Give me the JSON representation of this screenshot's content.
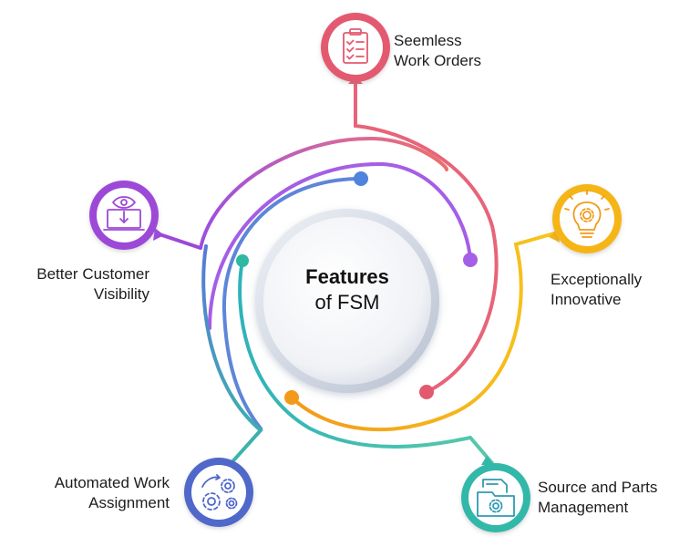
{
  "center": {
    "title": "Features",
    "subtitle": "of FSM"
  },
  "features": [
    {
      "line1": "Seemless",
      "line2": "Work Orders",
      "icon": "clipboard-checklist-icon",
      "color": "#e35a6f"
    },
    {
      "line1": "Exceptionally",
      "line2": "Innovative",
      "icon": "lightbulb-gear-icon",
      "color": "#f5b514"
    },
    {
      "line1": "Source and Parts",
      "line2": "Management",
      "icon": "folder-gear-icon",
      "color": "#33b8a9"
    },
    {
      "line1": "Automated Work",
      "line2": "Assignment",
      "icon": "gears-cycle-icon",
      "color": "#4f68c9"
    },
    {
      "line1": "Better Customer",
      "line2": "Visibility",
      "icon": "eye-monitor-icon",
      "color": "#9d48d8"
    }
  ]
}
